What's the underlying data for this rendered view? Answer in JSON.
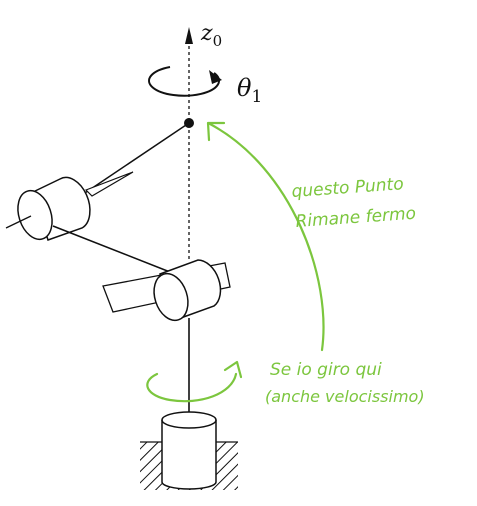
{
  "labels": {
    "axis_symbol": "z",
    "axis_subscript": "0",
    "angle_symbol": "θ",
    "angle_subscript": "1"
  },
  "annotations": {
    "top_line1": "questo Punto",
    "top_line2": "Rimane fermo",
    "bottom_line1": "Se io giro qui",
    "bottom_line2": "(anche velocissimo)"
  },
  "colors": {
    "ink": "#111111",
    "annotation": "#7cc63e"
  }
}
